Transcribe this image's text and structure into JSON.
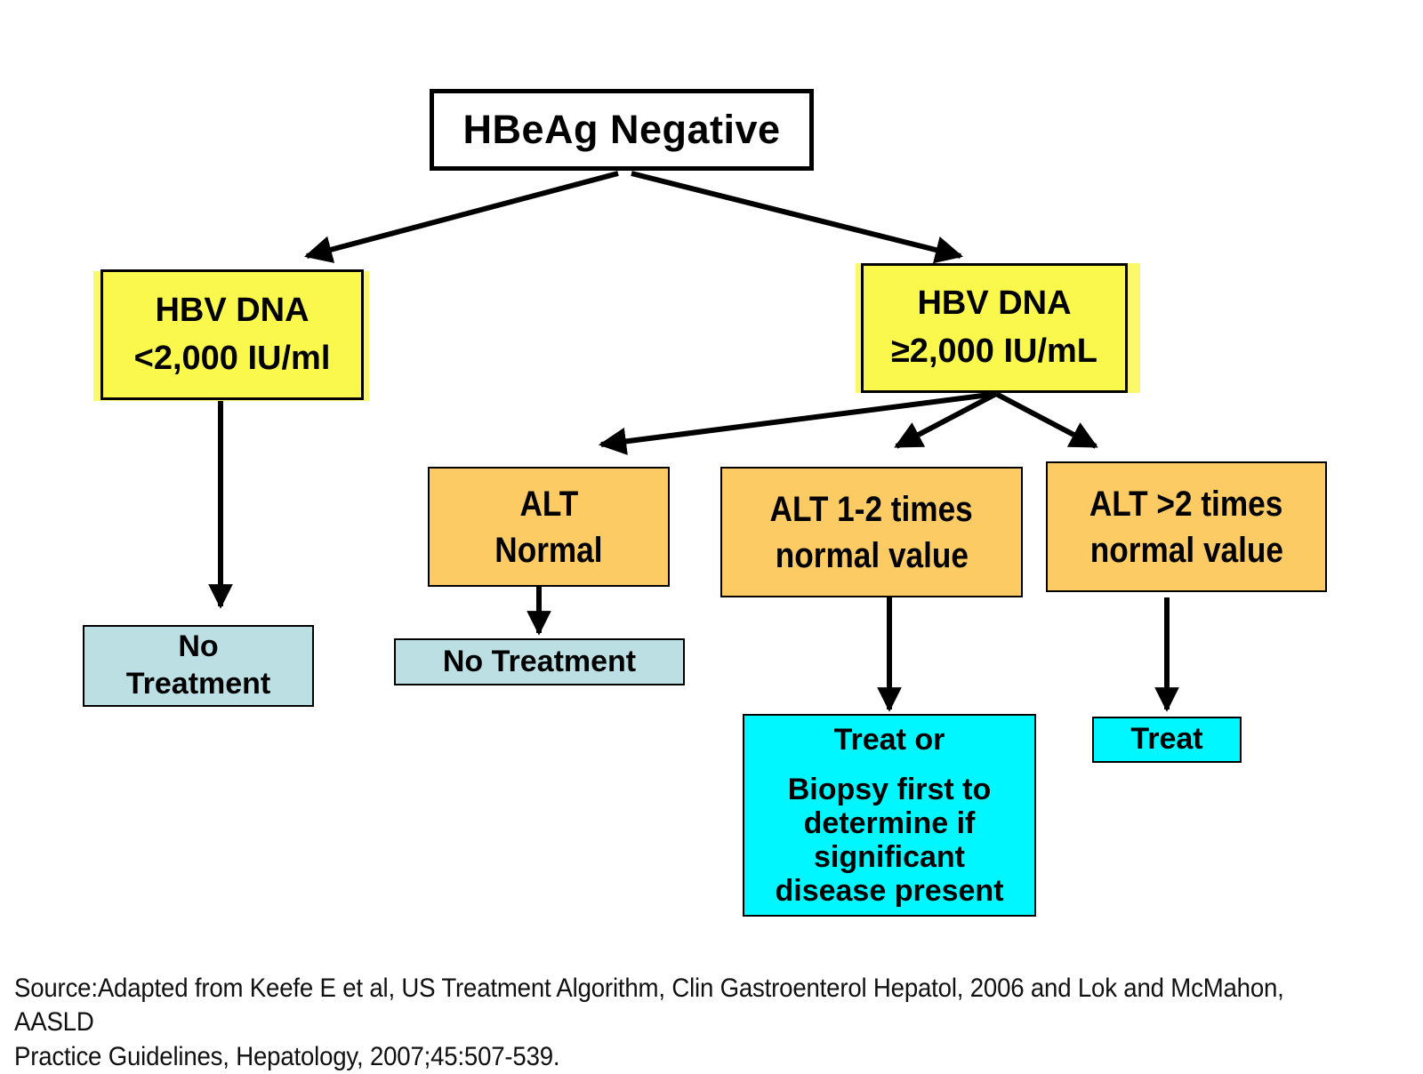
{
  "diagram": {
    "title": "HBeAg Negative chronic hepatitis B treatment algorithm",
    "colors": {
      "root_fill": "#ffffff",
      "decision_fill": "#faf84d",
      "alt_fill": "#fdcb63",
      "no_treatment_fill": "#bcdfe3",
      "treat_fill": "#00f7ff",
      "stroke": "#000000",
      "background": "#ffffff"
    },
    "nodes": {
      "root": {
        "label": "HBeAg Negative",
        "lines": [
          "HBeAg Negative"
        ]
      },
      "dna_low": {
        "lines": [
          "HBV DNA",
          "<2,000 IU/ml"
        ]
      },
      "dna_high": {
        "lines": [
          "HBV DNA",
          "≥2,000 IU/mL"
        ]
      },
      "alt_normal": {
        "lines": [
          "ALT",
          "Normal"
        ]
      },
      "alt_1_2": {
        "lines": [
          "ALT 1-2 times",
          "normal value"
        ]
      },
      "alt_gt2": {
        "lines": [
          "ALT >2 times",
          "normal value"
        ]
      },
      "no_treatment_left": {
        "lines": [
          "No",
          "Treatment"
        ]
      },
      "no_treatment_mid": {
        "lines": [
          "No Treatment"
        ]
      },
      "treat_or_biopsy": {
        "lines": [
          "Treat or",
          "Biopsy first to",
          "determine if",
          "significant",
          "disease present"
        ]
      },
      "treat": {
        "lines": [
          "Treat"
        ]
      }
    },
    "source": {
      "line1": "Source:Adapted from Keefe E et al, US Treatment Algorithm, Clin Gastroenterol Hepatol, 2006 and Lok and McMahon, AASLD",
      "line2": "Practice Guidelines, Hepatology, 2007;45:507-539."
    }
  }
}
